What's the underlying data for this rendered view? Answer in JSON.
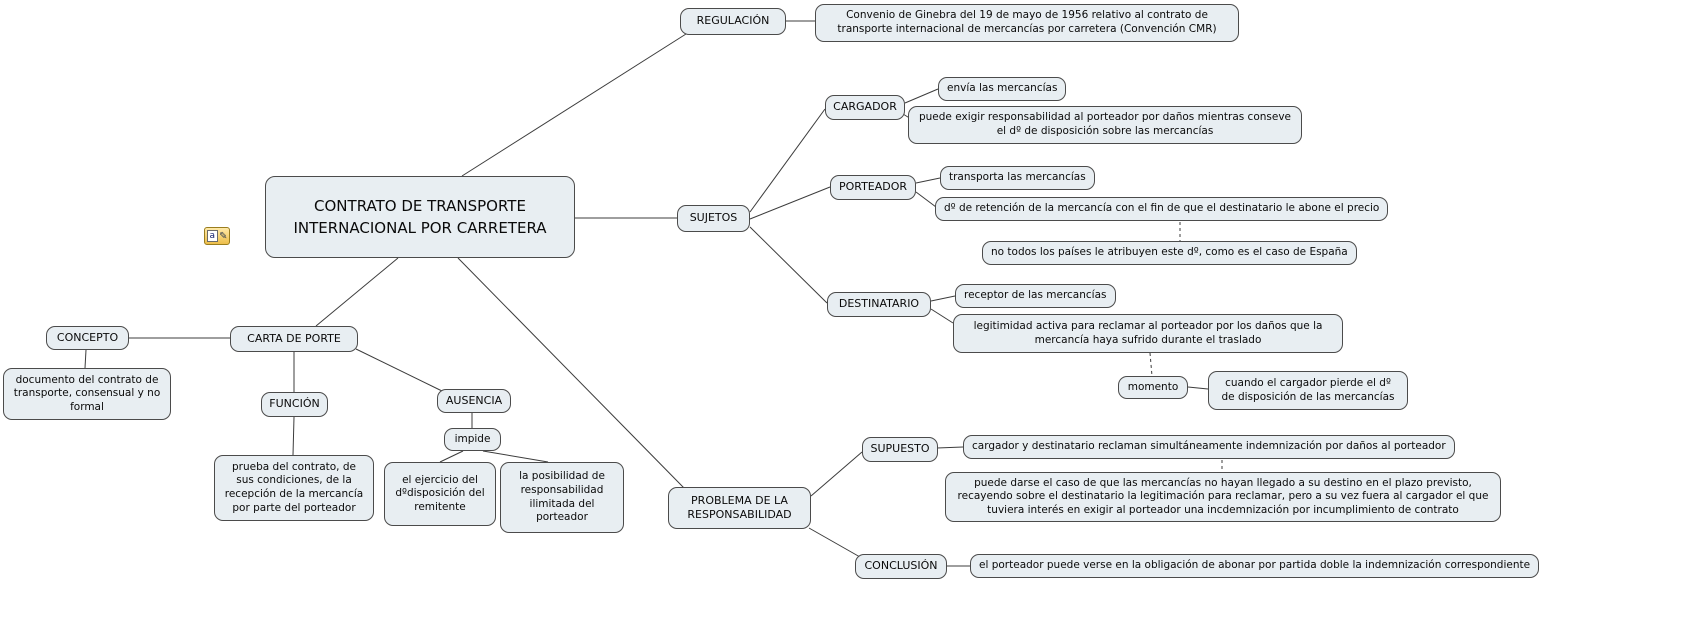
{
  "root": {
    "label": "CONTRATO DE TRANSPORTE INTERNACIONAL POR CARRETERA"
  },
  "annotation_icon": {
    "glyph": "a",
    "pencil": "✎"
  },
  "regulacion": {
    "label": "REGULACIÓN",
    "detail": "Convenio de Ginebra del 19 de mayo de 1956 relativo al contrato de transporte internacional de mercancías por carretera (Convención CMR)"
  },
  "sujetos": {
    "label": "SUJETOS",
    "cargador": {
      "label": "CARGADOR",
      "envia": "envía las mercancías",
      "exigir": "puede exigir responsabilidad al porteador por daños mientras conseve el dº de disposición sobre las mercancías"
    },
    "porteador": {
      "label": "PORTEADOR",
      "transporta": "transporta las mercancías",
      "retencion": "dº de retención de la mercancía con el fin de que el destinatario le abone el precio",
      "no_todos": "no todos los países le atribuyen este dº, como es el caso de España"
    },
    "destinatario": {
      "label": "DESTINATARIO",
      "receptor": "receptor de las mercancías",
      "legitimidad": "legitimidad activa para reclamar al porteador por los daños que la mercancía haya sufrido durante el traslado",
      "momento": {
        "label": "momento",
        "detail": "cuando el cargador pierde el dº de disposición de las mercancías"
      }
    }
  },
  "carta_de_porte": {
    "label": "CARTA DE PORTE",
    "concepto": {
      "label": "CONCEPTO",
      "detail": "documento del contrato de transporte, consensual y no formal"
    },
    "funcion": {
      "label": "FUNCIÓN",
      "detail": "prueba del contrato, de sus condiciones, de la recepción de la mercancía por parte del porteador"
    },
    "ausencia": {
      "label": "AUSENCIA",
      "impide": {
        "label": "impide",
        "ejercicio": "el ejercicio del dºdisposición del remitente",
        "posibilidad": "la posibilidad de responsabilidad ilimitada del porteador"
      }
    }
  },
  "problema": {
    "label": "PROBLEMA DE LA RESPONSABILIDAD",
    "supuesto": {
      "label": "SUPUESTO",
      "detail": "cargador y destinatario reclaman simultáneamente indemnización por daños al porteador",
      "caso": "puede darse el caso de que las mercancías no hayan llegado a su destino en el plazo previsto, recayendo sobre el destinatario la legitimación para reclamar, pero a su vez fuera al cargador el que tuviera interés en exigir al porteador una incdemnización por incumplimiento de contrato"
    },
    "conclusion": {
      "label": "CONCLUSIÓN",
      "detail": "el porteador puede verse en la obligación de abonar por partida doble la indemnización correspondiente"
    }
  },
  "colors": {
    "node_fill": "#e8eef2",
    "node_border": "#4b4b4b",
    "line": "#3c3c3c",
    "text": "#0a0a0a",
    "background": "#ffffff"
  }
}
